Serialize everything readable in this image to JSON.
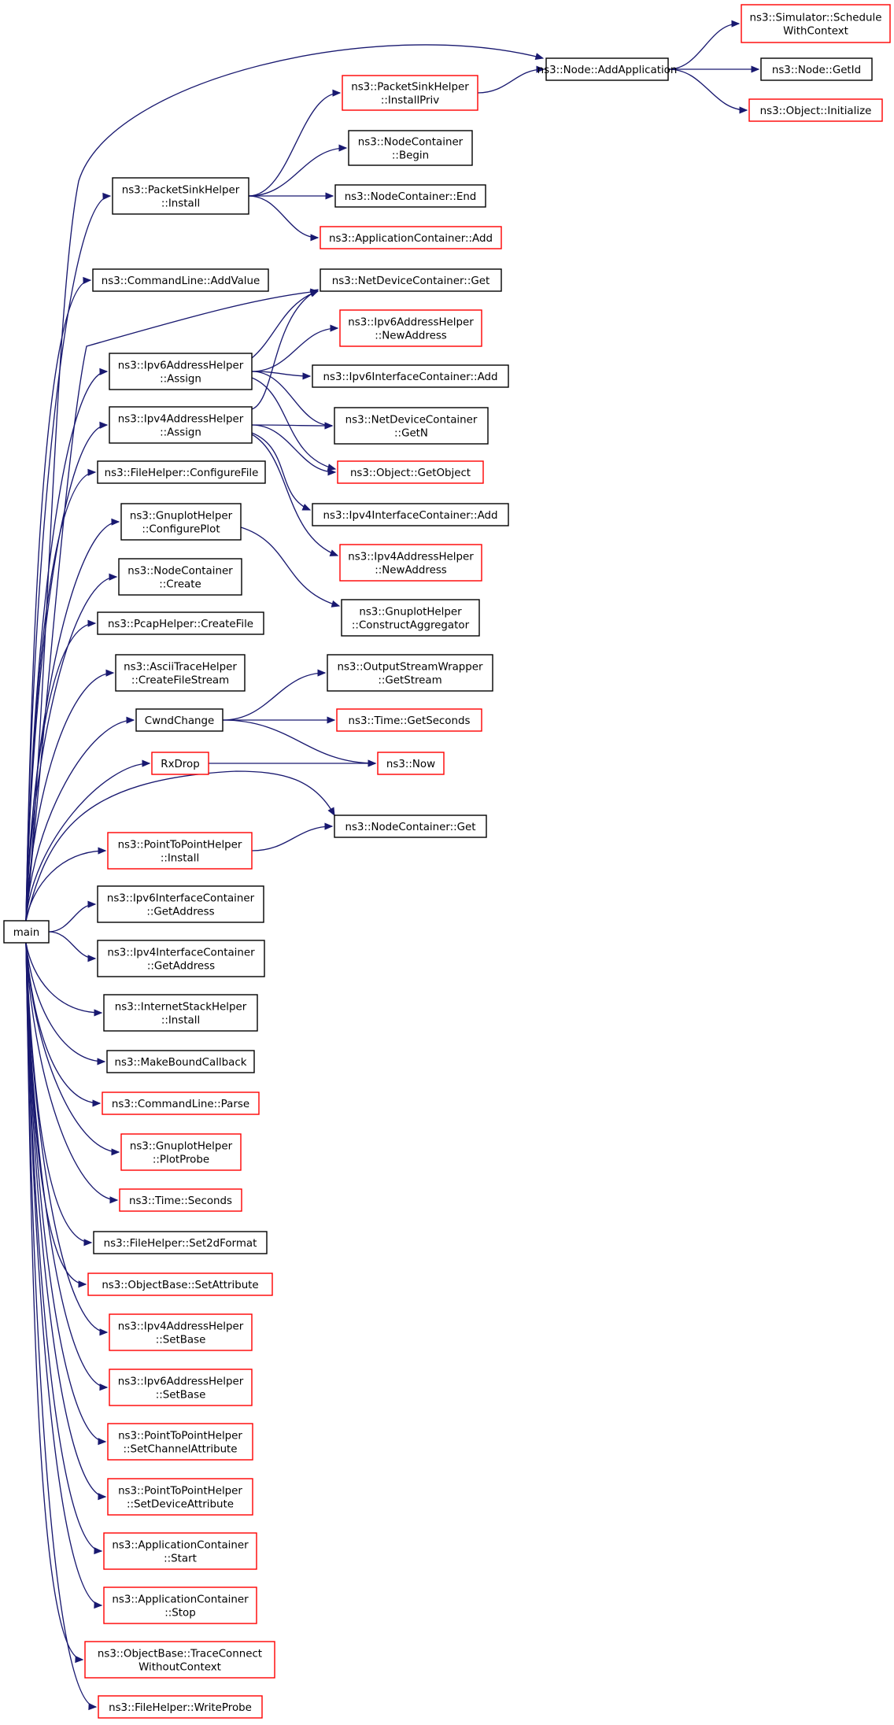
{
  "colors": {
    "edge": "#191970",
    "documented_border": "#000000",
    "undocumented_border": "#ff0000",
    "root_fill": "#bfbfbf",
    "node_fill": "#ffffff"
  },
  "nodes": [
    {
      "id": "main",
      "lines": [
        "main"
      ],
      "style": "root"
    },
    {
      "id": "sim_sched",
      "lines": [
        "ns3::Simulator::Schedule",
        "WithContext"
      ],
      "style": "red"
    },
    {
      "id": "node_addapp",
      "lines": [
        "ns3::Node::AddApplication"
      ],
      "style": "black"
    },
    {
      "id": "node_getid",
      "lines": [
        "ns3::Node::GetId"
      ],
      "style": "black"
    },
    {
      "id": "obj_init",
      "lines": [
        "ns3::Object::Initialize"
      ],
      "style": "red"
    },
    {
      "id": "psh_installpriv",
      "lines": [
        "ns3::PacketSinkHelper",
        "::InstallPriv"
      ],
      "style": "red"
    },
    {
      "id": "nc_begin",
      "lines": [
        "ns3::NodeContainer",
        "::Begin"
      ],
      "style": "black"
    },
    {
      "id": "psh_install",
      "lines": [
        "ns3::PacketSinkHelper",
        "::Install"
      ],
      "style": "black"
    },
    {
      "id": "nc_end",
      "lines": [
        "ns3::NodeContainer::End"
      ],
      "style": "black"
    },
    {
      "id": "appc_add",
      "lines": [
        "ns3::ApplicationContainer::Add"
      ],
      "style": "red"
    },
    {
      "id": "cl_addvalue",
      "lines": [
        "ns3::CommandLine::AddValue"
      ],
      "style": "black"
    },
    {
      "id": "ndc_get",
      "lines": [
        "ns3::NetDeviceContainer::Get"
      ],
      "style": "black"
    },
    {
      "id": "ip6h_newaddr",
      "lines": [
        "ns3::Ipv6AddressHelper",
        "::NewAddress"
      ],
      "style": "red"
    },
    {
      "id": "ip6h_assign",
      "lines": [
        "ns3::Ipv6AddressHelper",
        "::Assign"
      ],
      "style": "black"
    },
    {
      "id": "ip6ic_add",
      "lines": [
        "ns3::Ipv6InterfaceContainer::Add"
      ],
      "style": "black"
    },
    {
      "id": "ip4h_assign",
      "lines": [
        "ns3::Ipv4AddressHelper",
        "::Assign"
      ],
      "style": "black"
    },
    {
      "id": "ndc_getn",
      "lines": [
        "ns3::NetDeviceContainer",
        "::GetN"
      ],
      "style": "black"
    },
    {
      "id": "fh_configfile",
      "lines": [
        "ns3::FileHelper::ConfigureFile"
      ],
      "style": "black"
    },
    {
      "id": "obj_getobject",
      "lines": [
        "ns3::Object::GetObject"
      ],
      "style": "red"
    },
    {
      "id": "ip4ic_add",
      "lines": [
        "ns3::Ipv4InterfaceContainer::Add"
      ],
      "style": "black"
    },
    {
      "id": "gph_configplot",
      "lines": [
        "ns3::GnuplotHelper",
        "::ConfigurePlot"
      ],
      "style": "black"
    },
    {
      "id": "ip4h_newaddr",
      "lines": [
        "ns3::Ipv4AddressHelper",
        "::NewAddress"
      ],
      "style": "red"
    },
    {
      "id": "nc_create",
      "lines": [
        "ns3::NodeContainer",
        "::Create"
      ],
      "style": "black"
    },
    {
      "id": "gph_constructagg",
      "lines": [
        "ns3::GnuplotHelper",
        "::ConstructAggregator"
      ],
      "style": "black"
    },
    {
      "id": "pcap_createfile",
      "lines": [
        "ns3::PcapHelper::CreateFile"
      ],
      "style": "black"
    },
    {
      "id": "ath_createfs",
      "lines": [
        "ns3::AsciiTraceHelper",
        "::CreateFileStream"
      ],
      "style": "black"
    },
    {
      "id": "osw_getstream",
      "lines": [
        "ns3::OutputStreamWrapper",
        "::GetStream"
      ],
      "style": "black"
    },
    {
      "id": "cwndchange",
      "lines": [
        "CwndChange"
      ],
      "style": "black"
    },
    {
      "id": "time_getseconds",
      "lines": [
        "ns3::Time::GetSeconds"
      ],
      "style": "red"
    },
    {
      "id": "rxdrop",
      "lines": [
        "RxDrop"
      ],
      "style": "red"
    },
    {
      "id": "now",
      "lines": [
        "ns3::Now"
      ],
      "style": "red"
    },
    {
      "id": "nc_get",
      "lines": [
        "ns3::NodeContainer::Get"
      ],
      "style": "black"
    },
    {
      "id": "p2p_install",
      "lines": [
        "ns3::PointToPointHelper",
        "::Install"
      ],
      "style": "red"
    },
    {
      "id": "ip6ic_getaddr",
      "lines": [
        "ns3::Ipv6InterfaceContainer",
        "::GetAddress"
      ],
      "style": "black"
    },
    {
      "id": "ip4ic_getaddr",
      "lines": [
        "ns3::Ipv4InterfaceContainer",
        "::GetAddress"
      ],
      "style": "black"
    },
    {
      "id": "ish_install",
      "lines": [
        "ns3::InternetStackHelper",
        "::Install"
      ],
      "style": "black"
    },
    {
      "id": "makeboundcb",
      "lines": [
        "ns3::MakeBoundCallback"
      ],
      "style": "black"
    },
    {
      "id": "cl_parse",
      "lines": [
        "ns3::CommandLine::Parse"
      ],
      "style": "red"
    },
    {
      "id": "gph_plotprobe",
      "lines": [
        "ns3::GnuplotHelper",
        "::PlotProbe"
      ],
      "style": "red"
    },
    {
      "id": "time_seconds",
      "lines": [
        "ns3::Time::Seconds"
      ],
      "style": "red"
    },
    {
      "id": "fh_set2dformat",
      "lines": [
        "ns3::FileHelper::Set2dFormat"
      ],
      "style": "black"
    },
    {
      "id": "ob_setattr",
      "lines": [
        "ns3::ObjectBase::SetAttribute"
      ],
      "style": "red"
    },
    {
      "id": "ip4h_setbase",
      "lines": [
        "ns3::Ipv4AddressHelper",
        "::SetBase"
      ],
      "style": "red"
    },
    {
      "id": "ip6h_setbase",
      "lines": [
        "ns3::Ipv6AddressHelper",
        "::SetBase"
      ],
      "style": "red"
    },
    {
      "id": "p2p_setchattr",
      "lines": [
        "ns3::PointToPointHelper",
        "::SetChannelAttribute"
      ],
      "style": "red"
    },
    {
      "id": "p2p_setdevattr",
      "lines": [
        "ns3::PointToPointHelper",
        "::SetDeviceAttribute"
      ],
      "style": "red"
    },
    {
      "id": "appc_start",
      "lines": [
        "ns3::ApplicationContainer",
        "::Start"
      ],
      "style": "red"
    },
    {
      "id": "appc_stop",
      "lines": [
        "ns3::ApplicationContainer",
        "::Stop"
      ],
      "style": "red"
    },
    {
      "id": "ob_traceconnect",
      "lines": [
        "ns3::ObjectBase::TraceConnect",
        "WithoutContext"
      ],
      "style": "red"
    },
    {
      "id": "fh_writeprobe",
      "lines": [
        "ns3::FileHelper::WriteProbe"
      ],
      "style": "red"
    }
  ],
  "edges": [
    {
      "from": "main",
      "to": "node_addapp"
    },
    {
      "from": "main",
      "to": "psh_install"
    },
    {
      "from": "main",
      "to": "cl_addvalue"
    },
    {
      "from": "main",
      "to": "ndc_get"
    },
    {
      "from": "main",
      "to": "ip6h_assign"
    },
    {
      "from": "main",
      "to": "ip4h_assign"
    },
    {
      "from": "main",
      "to": "fh_configfile"
    },
    {
      "from": "main",
      "to": "gph_configplot"
    },
    {
      "from": "main",
      "to": "nc_create"
    },
    {
      "from": "main",
      "to": "pcap_createfile"
    },
    {
      "from": "main",
      "to": "ath_createfs"
    },
    {
      "from": "main",
      "to": "cwndchange"
    },
    {
      "from": "main",
      "to": "rxdrop"
    },
    {
      "from": "main",
      "to": "nc_get"
    },
    {
      "from": "main",
      "to": "p2p_install"
    },
    {
      "from": "main",
      "to": "ip6ic_getaddr"
    },
    {
      "from": "main",
      "to": "ip4ic_getaddr"
    },
    {
      "from": "main",
      "to": "ish_install"
    },
    {
      "from": "main",
      "to": "makeboundcb"
    },
    {
      "from": "main",
      "to": "cl_parse"
    },
    {
      "from": "main",
      "to": "gph_plotprobe"
    },
    {
      "from": "main",
      "to": "time_seconds"
    },
    {
      "from": "main",
      "to": "fh_set2dformat"
    },
    {
      "from": "main",
      "to": "ob_setattr"
    },
    {
      "from": "main",
      "to": "ip4h_setbase"
    },
    {
      "from": "main",
      "to": "ip6h_setbase"
    },
    {
      "from": "main",
      "to": "p2p_setchattr"
    },
    {
      "from": "main",
      "to": "p2p_setdevattr"
    },
    {
      "from": "main",
      "to": "appc_start"
    },
    {
      "from": "main",
      "to": "appc_stop"
    },
    {
      "from": "main",
      "to": "ob_traceconnect"
    },
    {
      "from": "main",
      "to": "fh_writeprobe"
    },
    {
      "from": "node_addapp",
      "to": "sim_sched"
    },
    {
      "from": "node_addapp",
      "to": "node_getid"
    },
    {
      "from": "node_addapp",
      "to": "obj_init"
    },
    {
      "from": "psh_installpriv",
      "to": "node_addapp"
    },
    {
      "from": "psh_install",
      "to": "psh_installpriv"
    },
    {
      "from": "psh_install",
      "to": "nc_begin"
    },
    {
      "from": "psh_install",
      "to": "nc_end"
    },
    {
      "from": "psh_install",
      "to": "appc_add"
    },
    {
      "from": "ip6h_assign",
      "to": "ndc_get"
    },
    {
      "from": "ip6h_assign",
      "to": "ip6h_newaddr"
    },
    {
      "from": "ip6h_assign",
      "to": "ip6ic_add"
    },
    {
      "from": "ip6h_assign",
      "to": "ndc_getn"
    },
    {
      "from": "ip6h_assign",
      "to": "obj_getobject"
    },
    {
      "from": "ip4h_assign",
      "to": "ndc_get"
    },
    {
      "from": "ip4h_assign",
      "to": "ndc_getn"
    },
    {
      "from": "ip4h_assign",
      "to": "obj_getobject"
    },
    {
      "from": "ip4h_assign",
      "to": "ip4ic_add"
    },
    {
      "from": "ip4h_assign",
      "to": "ip4h_newaddr"
    },
    {
      "from": "gph_configplot",
      "to": "gph_constructagg"
    },
    {
      "from": "cwndchange",
      "to": "osw_getstream"
    },
    {
      "from": "cwndchange",
      "to": "time_getseconds"
    },
    {
      "from": "cwndchange",
      "to": "now"
    },
    {
      "from": "rxdrop",
      "to": "now"
    },
    {
      "from": "p2p_install",
      "to": "nc_get"
    }
  ]
}
